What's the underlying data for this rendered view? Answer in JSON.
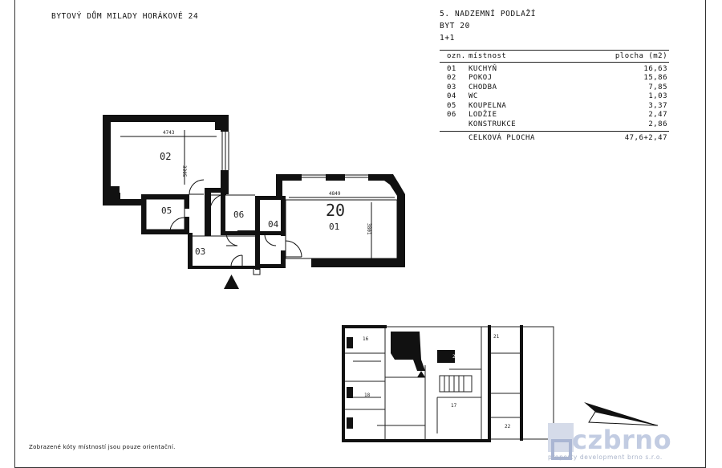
{
  "building_title": "BYTOVÝ DŮM MILADY HORÁKOVÉ 24",
  "floor": "5. NADZEMNÍ PODLAŽÍ",
  "unit": "BYT 20",
  "layout_type": "1+1",
  "table": {
    "headers": [
      "ozn.",
      "místnost",
      "plocha (m2)"
    ],
    "rows": [
      {
        "code": "01",
        "name": "KUCHYŇ",
        "area": "16,63"
      },
      {
        "code": "02",
        "name": "POKOJ",
        "area": "15,86"
      },
      {
        "code": "03",
        "name": "CHODBA",
        "area": "7,85"
      },
      {
        "code": "04",
        "name": "WC",
        "area": "1,03"
      },
      {
        "code": "05",
        "name": "KOUPELNA",
        "area": "3,37"
      },
      {
        "code": "06",
        "name": "LODŽIE",
        "area": "2,47"
      },
      {
        "code": "",
        "name": "KONSTRUKCE",
        "area": "2,86"
      }
    ],
    "total_label": "CELKOVÁ PLOCHA",
    "total_value": "47,6+2,47"
  },
  "plan": {
    "unit_number": "20",
    "room_labels": [
      "01",
      "02",
      "03",
      "04",
      "05",
      "06"
    ],
    "dimensions": [
      "4743",
      "3305",
      "4849",
      "3801"
    ]
  },
  "key_plan": {
    "unit_labels": [
      "16",
      "18",
      "20",
      "17",
      "21",
      "22"
    ]
  },
  "footnote": "Zobrazené kóty místností jsou pouze orientační.",
  "logo": {
    "word": "czbrno",
    "tagline": "property development brno s.r.o."
  }
}
